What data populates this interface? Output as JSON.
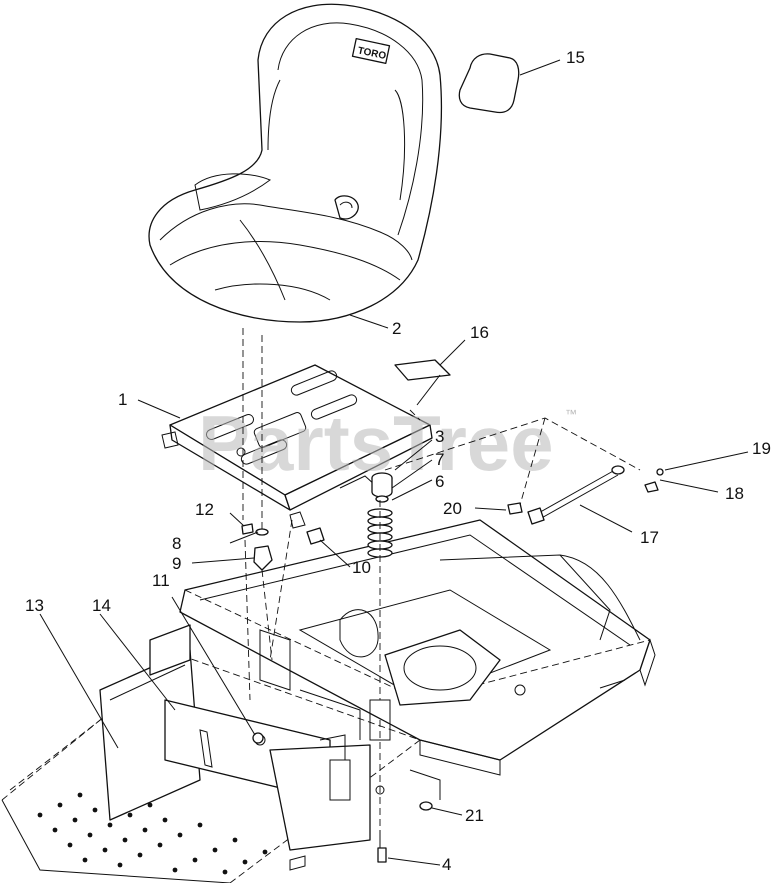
{
  "diagram": {
    "watermark": "PartsTree",
    "watermark_mark": "™",
    "seat_brand": "TORO",
    "callouts": [
      {
        "id": "1",
        "label": "1"
      },
      {
        "id": "2",
        "label": "2"
      },
      {
        "id": "3",
        "label": "3"
      },
      {
        "id": "4",
        "label": "4"
      },
      {
        "id": "6",
        "label": "6"
      },
      {
        "id": "7",
        "label": "7"
      },
      {
        "id": "8",
        "label": "8"
      },
      {
        "id": "9",
        "label": "9"
      },
      {
        "id": "10",
        "label": "10"
      },
      {
        "id": "11",
        "label": "11"
      },
      {
        "id": "12",
        "label": "12"
      },
      {
        "id": "13",
        "label": "13"
      },
      {
        "id": "14",
        "label": "14"
      },
      {
        "id": "15",
        "label": "15"
      },
      {
        "id": "16",
        "label": "16"
      },
      {
        "id": "17",
        "label": "17"
      },
      {
        "id": "18",
        "label": "18"
      },
      {
        "id": "19",
        "label": "19"
      },
      {
        "id": "20",
        "label": "20"
      },
      {
        "id": "21",
        "label": "21"
      }
    ]
  }
}
